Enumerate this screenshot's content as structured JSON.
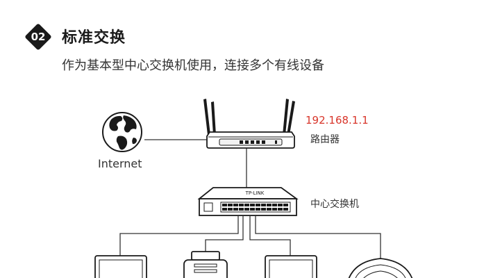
{
  "section": {
    "number": "02",
    "title": "标准交换",
    "subtitle": "作为基本型中心交换机使用，连接多个有线设备"
  },
  "nodes": {
    "router": {
      "ip": "192.168.1.1",
      "label": "路由器"
    },
    "internet": {
      "label": "Internet"
    },
    "switch": {
      "label": "中心交换机",
      "brand": "TP-LINK"
    }
  },
  "colors": {
    "accent": "#d8352a",
    "line": "#333333"
  }
}
